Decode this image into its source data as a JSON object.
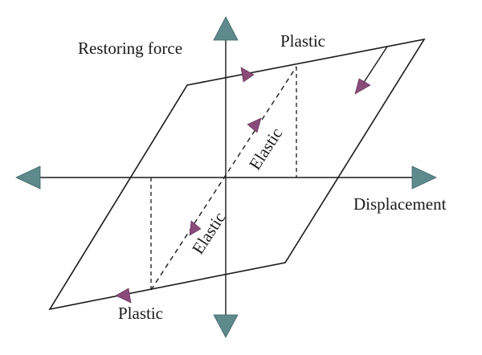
{
  "labels": {
    "y_axis": "Restoring force",
    "x_axis": "Displacement",
    "plastic_top": "Plastic",
    "plastic_bottom": "Plastic",
    "elastic_upper": "Elastic",
    "elastic_lower": "Elastic"
  },
  "colors": {
    "axis_arrowhead": "#5e8a8c",
    "direction_arrowhead": "#8a4a7a",
    "line": "#1a1a1a",
    "background": "#ffffff"
  },
  "icons": {
    "axis_end": "triangle-arrowhead",
    "path_direction": "triangle-arrowhead"
  }
}
